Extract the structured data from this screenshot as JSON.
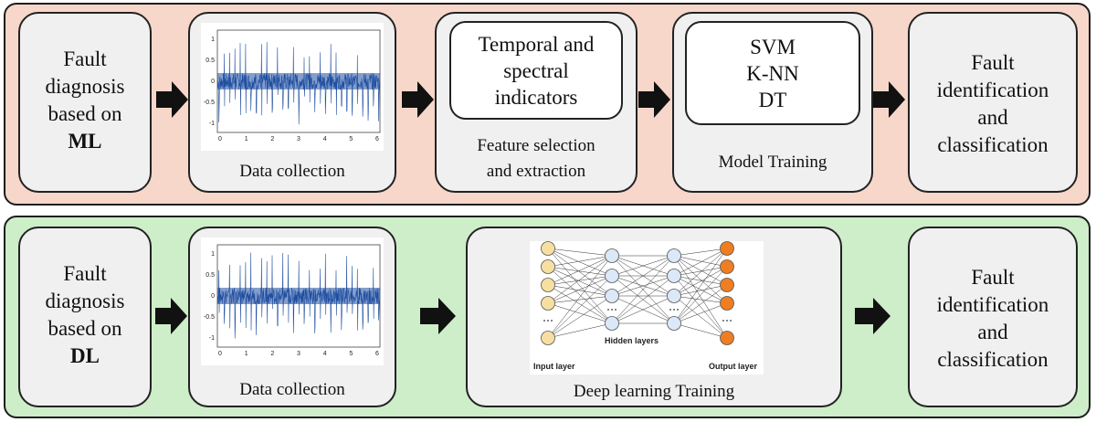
{
  "ml_row": {
    "approach": {
      "line1": "Fault",
      "line2": "diagnosis",
      "line3": "based on",
      "line4": "ML"
    },
    "data_collection": {
      "caption": "Data collection"
    },
    "feature": {
      "inner_line1": "Temporal and",
      "inner_line2": "spectral",
      "inner_line3": "indicators",
      "caption_line1": "Feature selection",
      "caption_line2": "and extraction"
    },
    "model": {
      "inner_line1": "SVM",
      "inner_line2": "K-NN",
      "inner_line3": "DT",
      "caption": "Model Training"
    },
    "output": {
      "line1": "Fault",
      "line2": "identification",
      "line3": "and",
      "line4": "classification"
    }
  },
  "dl_row": {
    "approach": {
      "line1": "Fault",
      "line2": "diagnosis",
      "line3": "based on",
      "line4": "DL"
    },
    "data_collection": {
      "caption": "Data collection"
    },
    "training": {
      "caption": "Deep learning Training",
      "input_label": "Input layer",
      "hidden_label": "Hidden layers",
      "output_label": "Output layer"
    },
    "output": {
      "line1": "Fault",
      "line2": "identification",
      "line3": "and",
      "line4": "classification"
    }
  },
  "plot_axis": {
    "y_ticks": [
      "1",
      "0.5",
      "0",
      "-0.5",
      "-1"
    ],
    "x_ticks": [
      "0",
      "1",
      "2",
      "3",
      "4",
      "5",
      "6"
    ]
  },
  "colors": {
    "ml_panel": "#f7d7c9",
    "dl_panel": "#cdeec8",
    "box": "#f0f0f0",
    "signal": "#1f4fa0",
    "input_node": "#f6dfa0",
    "hidden_node": "#dbe8f7",
    "output_node": "#ef7d22"
  }
}
